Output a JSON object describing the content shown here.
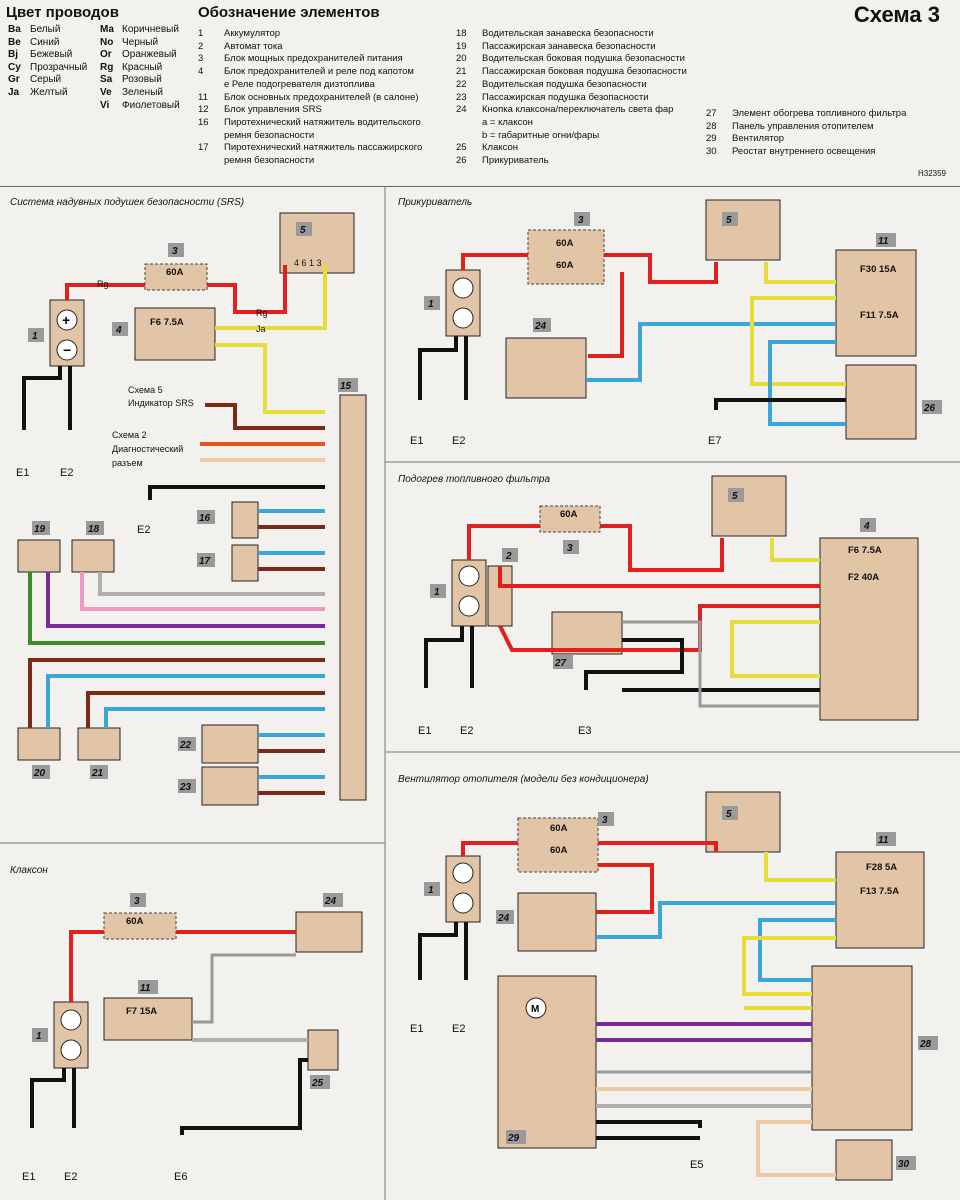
{
  "wire_colors": {
    "title": "Цвет проводов",
    "items": [
      {
        "code": "Ba",
        "name": "Белый"
      },
      {
        "code": "Be",
        "name": "Синий"
      },
      {
        "code": "Bj",
        "name": "Бежевый"
      },
      {
        "code": "Cy",
        "name": "Прозрачный"
      },
      {
        "code": "Gr",
        "name": "Серый"
      },
      {
        "code": "Ja",
        "name": "Желтый"
      },
      {
        "code": "Ma",
        "name": "Коричневый"
      },
      {
        "code": "No",
        "name": "Черный"
      },
      {
        "code": "Or",
        "name": "Оранжевый"
      },
      {
        "code": "Rg",
        "name": "Красный"
      },
      {
        "code": "Sa",
        "name": "Розовый"
      },
      {
        "code": "Ve",
        "name": "Зеленый"
      },
      {
        "code": "Vi",
        "name": "Фиолетовый"
      }
    ]
  },
  "legend": {
    "title": "Обозначение элементов",
    "col1": [
      {
        "n": "1",
        "t": "Аккумулятор"
      },
      {
        "n": "2",
        "t": "Автомат тока"
      },
      {
        "n": "3",
        "t": "Блок мощных предохранителей питания"
      },
      {
        "n": "4",
        "t": "Блок предохранителей и реле под капотом"
      },
      {
        "n": "",
        "t": "е        Реле подогревателя дизтоплива"
      },
      {
        "n": "11",
        "t": "Блок основных предохранителей (в салоне)"
      },
      {
        "n": "12",
        "t": "Блок управления SRS"
      },
      {
        "n": "16",
        "t": "Пиротехнический натяжитель водительского"
      },
      {
        "n": "",
        "t": "ремня безопасности"
      },
      {
        "n": "17",
        "t": "Пиротехнический натяжитель пассажирского"
      },
      {
        "n": "",
        "t": "ремня безопасности"
      }
    ],
    "col2": [
      {
        "n": "18",
        "t": "Водительская занавеска безопасности"
      },
      {
        "n": "19",
        "t": "Пассажирская занавеска безопасности"
      },
      {
        "n": "20",
        "t": "Водительская боковая подушка безопасности"
      },
      {
        "n": "21",
        "t": "Пассажирская боковая подушка безопасности"
      },
      {
        "n": "22",
        "t": "Водительская подушка безопасности"
      },
      {
        "n": "23",
        "t": "Пассажирская подушка безопасности"
      },
      {
        "n": "24",
        "t": "Кнопка клаксона/переключатель света фар"
      },
      {
        "n": "",
        "t": "а = клаксон"
      },
      {
        "n": "",
        "t": "b = габаритные огни/фары"
      },
      {
        "n": "25",
        "t": "Клаксон"
      },
      {
        "n": "26",
        "t": "Прикуриватель"
      }
    ],
    "col3": [
      {
        "n": "27",
        "t": "Элемент обогрева топливного фильтра"
      },
      {
        "n": "28",
        "t": "Панель управления отопителем"
      },
      {
        "n": "29",
        "t": "Вентилятор"
      },
      {
        "n": "30",
        "t": "Реостат внутреннего освещения"
      }
    ]
  },
  "scheme_title": "Схема 3",
  "code_ref": "H32359",
  "sections": {
    "srs": "Система надувных подушек безопасности (SRS)",
    "lighter": "Прикуриватель",
    "fuel_heater": "Подогрев топливного фильтра",
    "horn": "Клаксон",
    "fan": "Вентилятор отопителя (модели без кондиционера)"
  },
  "notes": {
    "srs_ind_1": "Схема 5",
    "srs_ind_2": "Индикатор SRS",
    "diag_1": "Схема 2",
    "diag_2": "Диагностический",
    "diag_3": "разъем"
  },
  "labels": {
    "fuse60": "60A",
    "f6": "F6  7.5A",
    "f6b": "F6  7.5A",
    "f2": "F2  40A",
    "f30": "F30  15A",
    "f11": "F11  7.5A",
    "f28": "F28  5A",
    "f13": "F13  7.5A",
    "f7": "F7  15A"
  },
  "grounds": [
    "E1",
    "E2",
    "E3",
    "E5",
    "E6",
    "E7"
  ],
  "colors": {
    "Rg": "#e0201c",
    "Ja": "#e6dc3a",
    "Be": "#3aa6dc",
    "No": "#111111",
    "Ma": "#7a2a16",
    "Or": "#e0561c",
    "Bj": "#edc9a5",
    "Gr": "#b0b0b0",
    "Sa": "#ee9ac4",
    "Vi": "#7a2a9a",
    "Ve": "#3c8a2a",
    "Ba": "#ffffff"
  }
}
